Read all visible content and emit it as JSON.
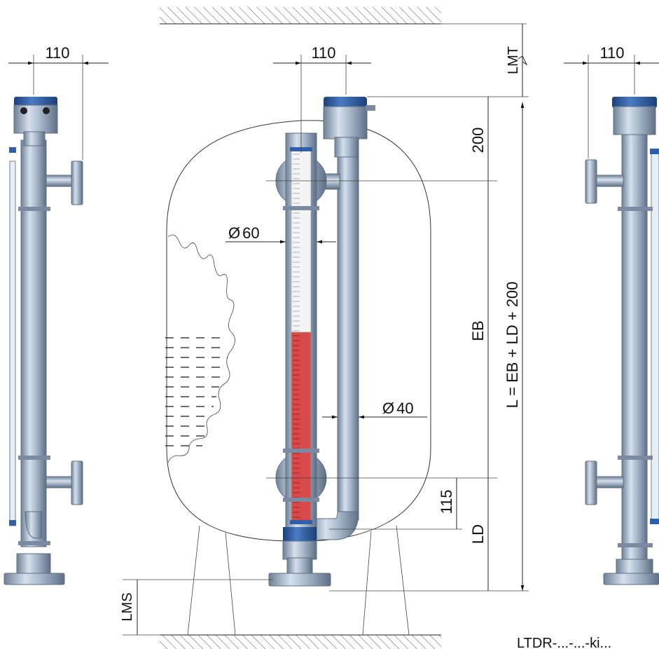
{
  "dimensions": {
    "flange_spacing_left": "110",
    "flange_spacing_center": "110",
    "flange_spacing_right": "110",
    "lmt": "LMT",
    "top_offset": "200",
    "eb": "EB",
    "total_length": "L = EB + LD + 200",
    "glass_diameter": "60",
    "chamber_diameter": "40",
    "bottom_offset": "115",
    "ld": "LD",
    "lms": "LMS",
    "diameter_symbol": "Ø"
  },
  "caption": "LTDR-...-...-ki...",
  "colors": {
    "pipe": "#a9b8cc",
    "pipe_dark": "#6f8198",
    "head_blue": "#2f5fa8",
    "indicator_red": "#d84a4a",
    "indicator_white": "#f4f4f4"
  }
}
